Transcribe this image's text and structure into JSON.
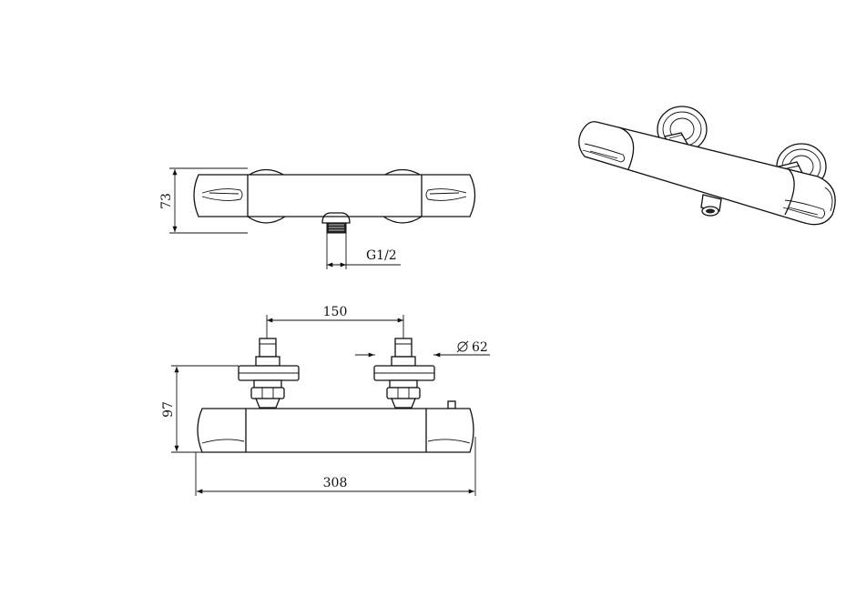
{
  "drawing": {
    "dims": {
      "height_top_view": "73",
      "thread": "G1/2",
      "spacing": "150",
      "diameter": "62",
      "height_front_view": "97",
      "width": "308"
    }
  }
}
